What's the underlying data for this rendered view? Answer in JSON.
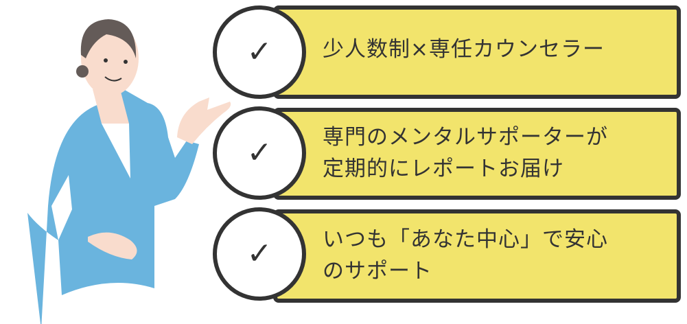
{
  "features": [
    {
      "lines": [
        "少人数制×専任カウンセラー"
      ],
      "icon": "check-icon"
    },
    {
      "lines": [
        "専門のメンタルサポーターが",
        "定期的にレポートお届け"
      ],
      "icon": "check-icon"
    },
    {
      "lines": [
        "いつも「あなた中心」で安心",
        "のサポート"
      ],
      "icon": "check-icon"
    }
  ],
  "check_glyph": "✓",
  "colors": {
    "box": "#f2e46c",
    "border": "#333333",
    "jacket": "#6ab4de",
    "skin": "#f9dccd",
    "hair": "#645b58"
  }
}
